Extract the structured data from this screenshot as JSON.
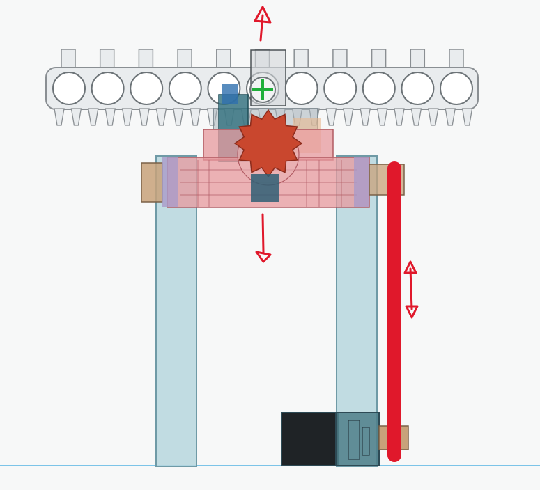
{
  "scene": {
    "description_free": true,
    "colors": {
      "background": "#f7f8f8",
      "ground_line": "#7cc4e8",
      "rack_fill": "#e9ecee",
      "rack_stroke": "#8a8f93",
      "column_fill": "#b7d7de",
      "column_stroke": "#6f9aa6",
      "carriage_fill": "#e79a9e",
      "carriage_stroke": "#b05a62",
      "gear_fill": "#c9472e",
      "servo_body": "#1f2326",
      "servo_mount": "#4f7f8a",
      "annotation_red": "#e0182b",
      "axle_tan": "#c8a27a",
      "bracket_purple": "#a99bc9"
    },
    "icons": [
      "up-arrow-icon",
      "down-arrow-icon",
      "double-arrow-icon",
      "crosshair-icon"
    ],
    "rack_holes": 11,
    "rack_teeth": 25,
    "rack_nubs": 11
  }
}
